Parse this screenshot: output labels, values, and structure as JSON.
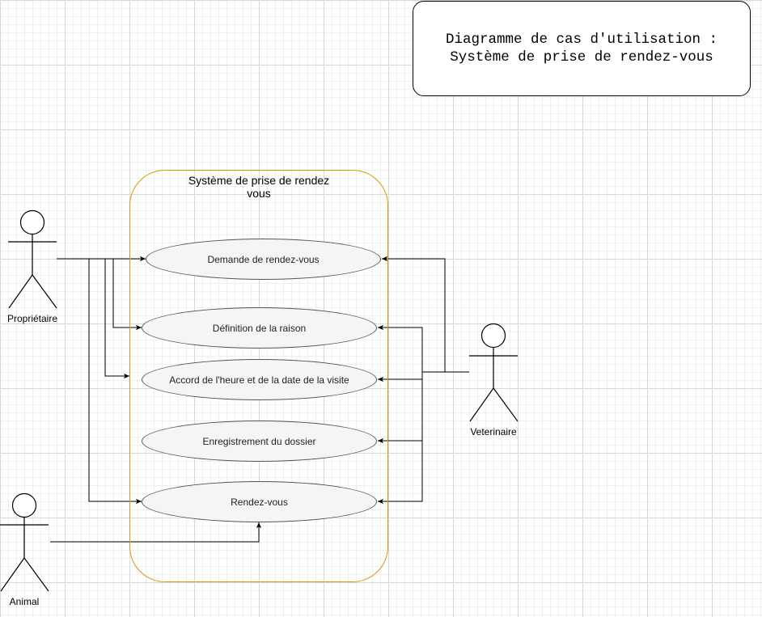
{
  "diagram_title": "Diagramme de cas d'utilisation :\nSystème de prise de rendez-vous",
  "system": {
    "label": "Système de prise de rendez vous"
  },
  "actors": {
    "proprietaire": "Propriétaire",
    "veterinaire": "Veterinaire",
    "animal": "Animal"
  },
  "use_cases": {
    "demande": "Demande de rendez-vous",
    "definition": "Définition de la raison",
    "accord": "Accord de l'heure et de la date de la visite",
    "enregistrement": "Enregistrement du dossier",
    "rendezvous": "Rendez-vous"
  },
  "colors": {
    "system_border": "#d79b00",
    "usecase_fill": "#f5f5f5",
    "line": "#000000"
  }
}
